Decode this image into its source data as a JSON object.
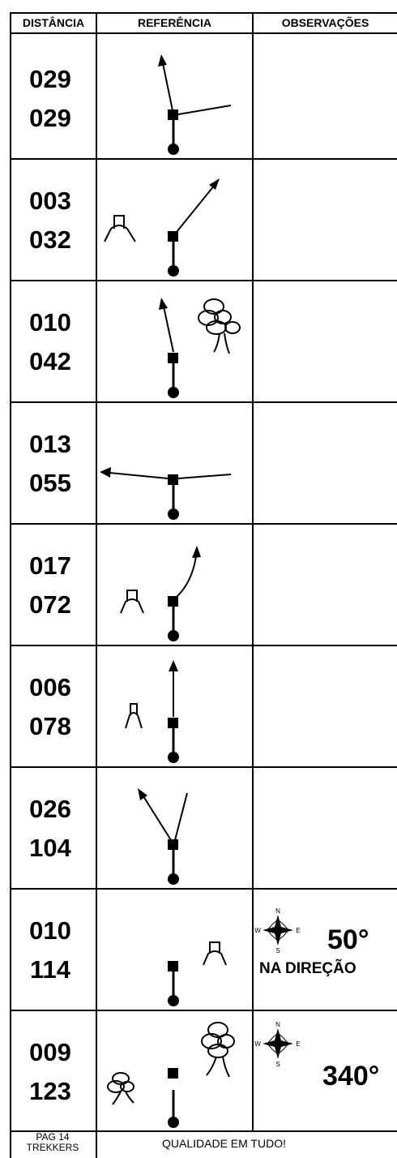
{
  "header": {
    "col1": "DISTÂNCIA",
    "col2": "REFERÊNCIA",
    "col3": "OBSERVAÇÕES"
  },
  "rows": [
    {
      "partial": "029",
      "total": "029"
    },
    {
      "partial": "003",
      "total": "032"
    },
    {
      "partial": "010",
      "total": "042"
    },
    {
      "partial": "013",
      "total": "055"
    },
    {
      "partial": "017",
      "total": "072"
    },
    {
      "partial": "006",
      "total": "078"
    },
    {
      "partial": "026",
      "total": "104"
    },
    {
      "partial": "010",
      "total": "114",
      "compass": {
        "n": "N",
        "s": "S",
        "e": "E",
        "w": "W"
      },
      "bearing": "50°",
      "note": "NA DIREÇÃO"
    },
    {
      "partial": "009",
      "total": "123",
      "compass": {
        "n": "N",
        "s": "S",
        "e": "E",
        "w": "W"
      },
      "bearing": "340°"
    }
  ],
  "footer": {
    "page": "PAG 14",
    "brand": "TREKKERS",
    "slogan": "QUALIDADE EM TUDO!"
  }
}
